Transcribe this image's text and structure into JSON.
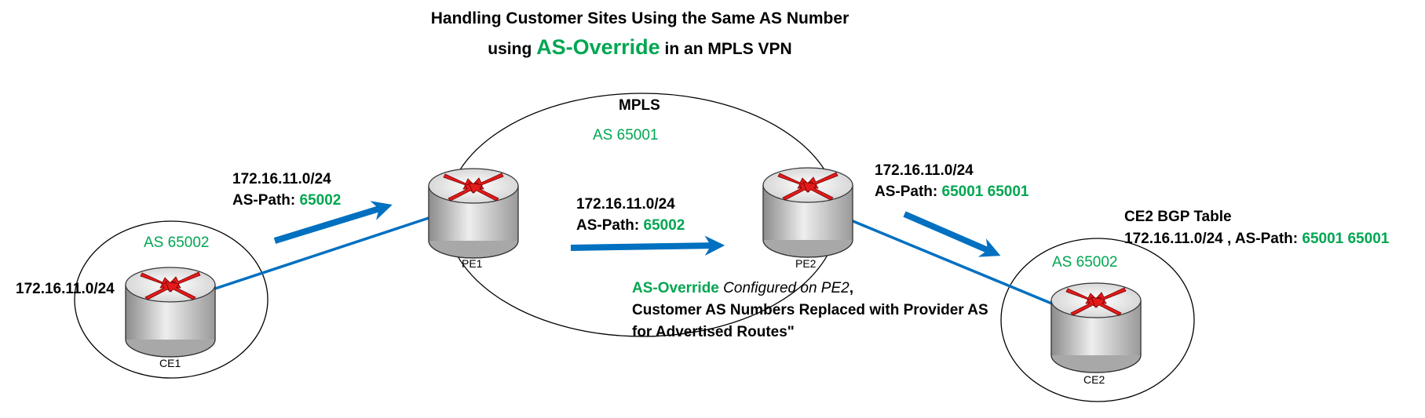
{
  "title": {
    "line1": "Handling Customer Sites Using the Same AS Number",
    "line2_before": "using",
    "line2_highlight": "AS-Override",
    "line2_after": "in an MPLS VPN"
  },
  "mpls": {
    "label": "MPLS",
    "as": "AS 65001"
  },
  "ce1": {
    "name": "CE1",
    "as": "AS 65002",
    "prefix": "172.16.11.0/24"
  },
  "ce2": {
    "name": "CE2",
    "as": "AS 65002"
  },
  "pe1": {
    "name": "PE1"
  },
  "pe2": {
    "name": "PE2"
  },
  "advert_ce1_pe1": {
    "prefix": "172.16.11.0/24",
    "path_label": "AS-Path:",
    "path": "65002"
  },
  "advert_pe1_pe2": {
    "prefix": "172.16.11.0/24",
    "path_label": "AS-Path:",
    "path": "65002"
  },
  "advert_pe2_ce2": {
    "prefix": "172.16.11.0/24",
    "path_label": "AS-Path:",
    "path": "65001 65001"
  },
  "ce2_bgp_table": {
    "heading": "CE2 BGP Table",
    "entry_prefix": "172.16.11.0/24 , AS-Path:",
    "entry_path": "65001 65001"
  },
  "note": {
    "keyword": "AS-Override",
    "italic": "Configured on PE2",
    "comma": ",",
    "line2": "Customer AS Numbers Replaced with Provider AS",
    "line3": "for Advertised Routes\""
  },
  "colors": {
    "accent_green": "#00a651",
    "link_blue": "#0070c0",
    "router_red": "#e31b1b"
  }
}
